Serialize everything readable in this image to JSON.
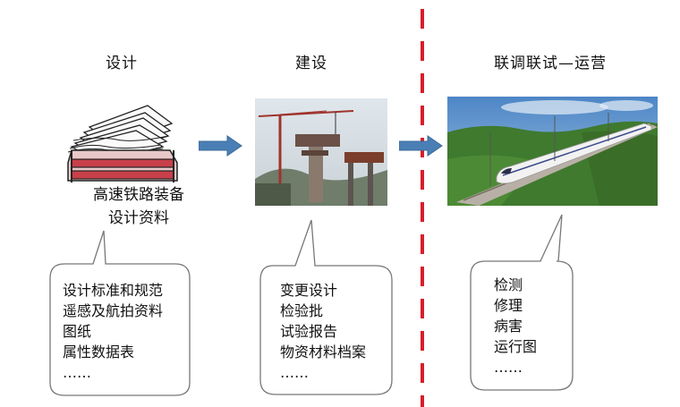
{
  "stages": {
    "design": {
      "title": "设计"
    },
    "build": {
      "title": "建设"
    },
    "ops": {
      "title": "联调联试—运营"
    }
  },
  "design_caption": {
    "line1": "高速铁路装备",
    "line2": "设计资料"
  },
  "bubbles": {
    "design": [
      "设计标准和规范",
      "遥感及航拍资料",
      "图纸",
      "属性数据表",
      "……"
    ],
    "build": [
      "变更设计",
      "检验批",
      "试验报告",
      "物资材料档案",
      "……"
    ],
    "ops": [
      "检测",
      "修理",
      "病害",
      "运行图",
      "……"
    ]
  },
  "colors": {
    "arrow": "#4a7fb5",
    "divider": "#d81e2a",
    "bubble_stroke": "#777777",
    "paper_tray": "#c8404a"
  },
  "icons": {
    "documents": "stack-of-papers-in-tray-icon",
    "construction": "bridge-construction-crane-photo",
    "train": "high-speed-train-photo"
  }
}
